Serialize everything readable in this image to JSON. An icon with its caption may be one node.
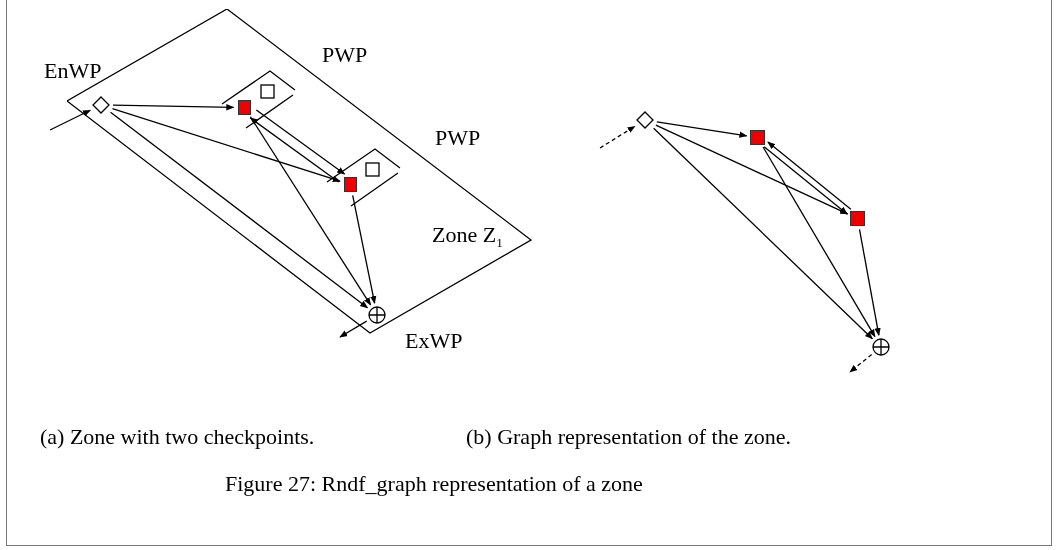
{
  "diagram": {
    "caption": "Figure 27: Rndf_graph representation of a zone",
    "nodes": [
      {
        "text": [
          "Zone Z$_{1}$"
        ]
      },
      {
        "text": [],
        "shape": "diamond",
        "in": 0,
        "beside": [
          "EnWP"
        ]
      },
      {
        "text": [],
        "shape": "box",
        "in": 0
      },
      {
        "text": [],
        "shape": "box",
        "in": 0
      },
      {
        "text": [],
        "shape": "circle",
        "in": 0,
        "beside": [
          "ExWP"
        ]
      },
      {
        "text": [],
        "shape": "diamond"
      },
      {
        "text": [],
        "shape": "box"
      },
      {
        "text": [],
        "shape": "box"
      },
      {
        "text": [],
        "shape": "circle"
      }
    ],
    "edges": [
      {
        "from": null,
        "to": 1,
        "arrow": "to"
      },
      {
        "from": 1,
        "to": 2,
        "arrow": "to"
      },
      {
        "from": 1,
        "to": 3,
        "arrow": "to"
      },
      {
        "from": 1,
        "to": 4,
        "arrow": "to"
      },
      {
        "from": 2,
        "to": 4,
        "arrow": "to"
      },
      {
        "from": 3,
        "to": 4,
        "arrow": "to"
      },
      {
        "from": 2,
        "to": 3,
        "arrow": "to"
      },
      {
        "from": 3,
        "to": 2,
        "arrow": "to"
      },
      {
        "from": 4,
        "to": null,
        "arrow": "to"
      },
      {
        "from": null,
        "to": 5,
        "arrow": "to",
        "style": "dashed"
      },
      {
        "from": 5,
        "to": 6,
        "arrow": "to"
      },
      {
        "from": 5,
        "to": 7,
        "arrow": "to"
      },
      {
        "from": 5,
        "to": 8,
        "arrow": "to"
      },
      {
        "from": 6,
        "to": 7,
        "arrow": "to"
      },
      {
        "from": 7,
        "to": 6,
        "arrow": "to"
      },
      {
        "from": 6,
        "to": 8,
        "arrow": "to"
      },
      {
        "from": 7,
        "to": 8,
        "arrow": "to"
      },
      {
        "from": 8,
        "to": null,
        "arrow": "to",
        "style": "dashed"
      }
    ],
    "labels": [
      "PWP",
      "PWP",
      "(a) Zone with two checkpoints.",
      "(b) Graph representation of the zone."
    ]
  }
}
